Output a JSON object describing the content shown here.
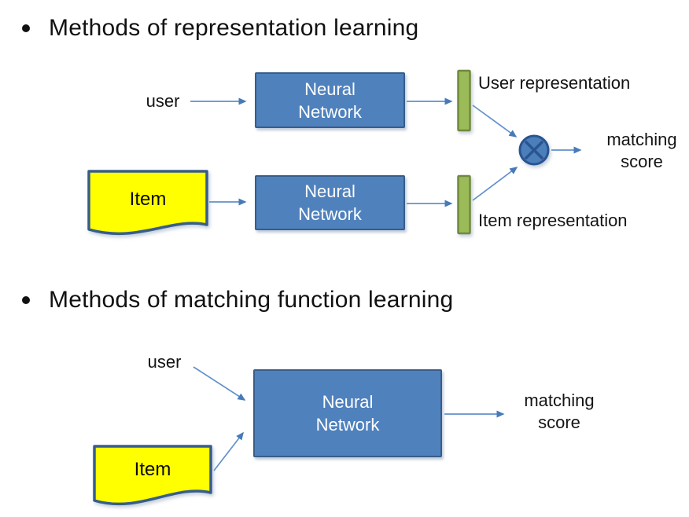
{
  "colors": {
    "background": "#ffffff",
    "text": "#1a1a1a",
    "nn_box_fill": "#4f81bd",
    "nn_box_border": "#385d8a",
    "nn_box_text": "#ffffff",
    "repr_bar_fill": "#9bbb59",
    "repr_bar_border": "#71893f",
    "item_fill": "#ffff00",
    "item_border": "#385d8a",
    "arrow": "#6191cc",
    "operator_fill": "#4b7fbc",
    "operator_stroke": "#2a5490"
  },
  "sections": [
    {
      "title": "Methods of representation learning",
      "user_label": "user",
      "item_label": "Item",
      "user_nn_label": "Neural Network",
      "item_nn_label": "Neural Network",
      "user_repr_label": "User representation",
      "item_repr_label": "Item representation",
      "output_label": "matching score"
    },
    {
      "title": "Methods of matching function learning",
      "user_label": "user",
      "item_label": "Item",
      "nn_label": "Neural Network",
      "output_label": "matching score"
    }
  ]
}
